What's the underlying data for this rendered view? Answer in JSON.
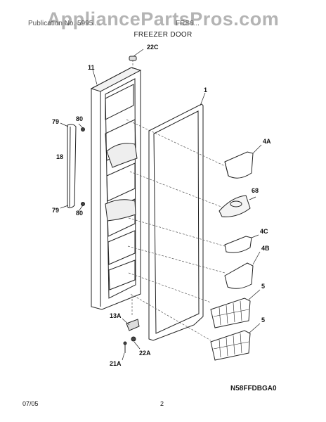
{
  "watermark": "AppliancePartsPros.com",
  "header": {
    "left_text": "Publication No. 5995 ...",
    "right_text": "FRS6...",
    "subtitle": "FREEZER DOOR"
  },
  "callouts": {
    "c22C": "22C",
    "c11": "11",
    "c1": "1",
    "c79a": "79",
    "c80a": "80",
    "c18": "18",
    "c79b": "79",
    "c80b": "80",
    "c4A": "4A",
    "c68": "68",
    "c4C": "4C",
    "c4B": "4B",
    "c5a": "5",
    "c5b": "5",
    "c13A": "13A",
    "c22A": "22A",
    "c21A": "21A"
  },
  "diagram_code": "N58FFDBGA0",
  "footer": {
    "date": "07/05",
    "page": "2"
  }
}
